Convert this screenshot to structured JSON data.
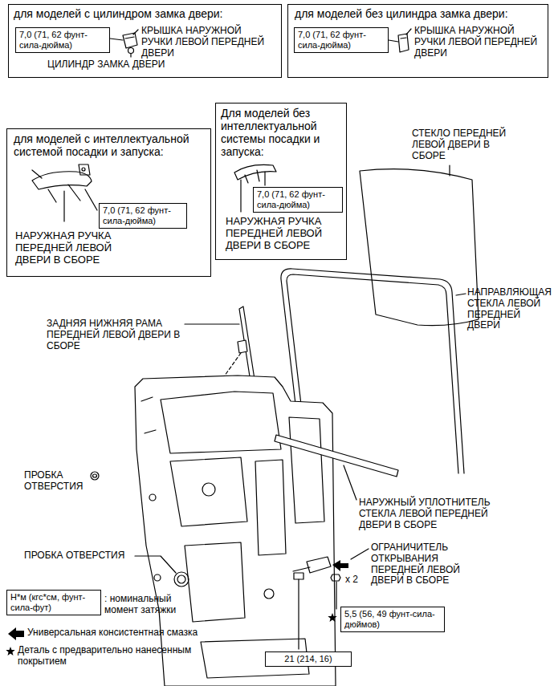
{
  "diagram": {
    "nodes": [
      {
        "text": [
          "для моделей с цилиндром замка двери:",
          "КРЫШКА НАРУЖНОЙ РУЧКИ ЛЕВОЙ ПЕРЕДНЕЙ ДВЕРИ",
          "ЦИЛИНДР ЗАМКА ДВЕРИ"
        ]
      },
      {
        "text": [
          "7,0 (71, 62 фунт-сила-дюйма)"
        ],
        "in": 0
      },
      {
        "text": [
          "для моделей без цилиндра замка двери:",
          "КРЫШКА НАРУЖНОЙ РУЧКИ ЛЕВОЙ ПЕРЕДНЕЙ ДВЕРИ"
        ]
      },
      {
        "text": [
          "7,0 (71, 62 фунт-сила-дюйма)"
        ],
        "in": 2
      },
      {
        "text": [
          "для моделей с интеллектуальной системой посадки и запуска:",
          "НАРУЖНАЯ РУЧКА ПЕРЕДНЕЙ ЛЕВОЙ ДВЕРИ В СБОРЕ"
        ]
      },
      {
        "text": [
          "7,0 (71, 62 фунт-сила-дюйма)"
        ],
        "in": 4
      },
      {
        "text": [
          "Для моделей без интеллектуальной системы посадки и запуска:",
          "НАРУЖНАЯ РУЧКА ПЕРЕДНЕЙ ЛЕВОЙ ДВЕРИ В СБОРЕ"
        ]
      },
      {
        "text": [
          "7,0 (71, 62 фунт-сила-дюйма)"
        ],
        "in": 6
      },
      {
        "text": [
          "Н*м (кгс*см, фунт-сила-фут)"
        ]
      },
      {
        "text": [
          "5,5 (56, 49 фунт-сила-дюймов)"
        ]
      },
      {
        "text": [
          "21 (214, 16)"
        ]
      }
    ],
    "labels": [
      "СТЕКЛО ПЕРЕДНЕЙ ЛЕВОЙ ДВЕРИ В СБОРЕ",
      "НАПРАВЛЯЮЩАЯ СТЕКЛА ЛЕВОЙ ПЕРЕДНЕЙ ДВЕРИ",
      "ЗАДНЯЯ НИЖНЯЯ РАМА ПЕРЕДНЕЙ ЛЕВОЙ ДВЕРИ В СБОРЕ",
      "ПРОБКА ОТВЕРСТИЯ",
      "НАРУЖНЫЙ УПЛОТНИТЕЛЬ СТЕКЛА ЛЕВОЙ ПЕРЕДНЕЙ ДВЕРИ В СБОРЕ",
      "ПРОБКА ОТВЕРСТИЯ",
      "ОГРАНИЧИТЕЛЬ ОТКРЫВАНИЯ ПЕРЕДНЕЙ ЛЕВОЙ ДВЕРИ В СБОРЕ",
      "x 2",
      ": номинальный момент затяжки"
    ],
    "legend": [
      {
        "text": "Универсальная консистентная смазка"
      },
      {
        "text": "Деталь с предварительно нанесенным покрытием"
      }
    ]
  }
}
